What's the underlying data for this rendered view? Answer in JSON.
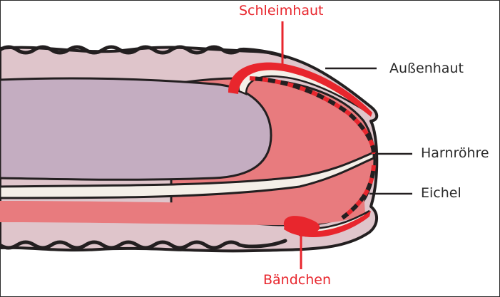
{
  "labels": {
    "schleimhaut": "Schleimhaut",
    "aussenhaut": "Außenhaut",
    "harnroehre": "Harnröhre",
    "eichel": "Eichel",
    "baendchen": "Bändchen"
  },
  "colors": {
    "skin": "#dfc5cb",
    "shaft_core": "#c4adc1",
    "glans": "#e87b7e",
    "urethra": "#f4efe8",
    "mucosa": "#e8262d",
    "outline": "#231f20",
    "label_dark": "#2a2a2a",
    "label_red": "#e8262d"
  }
}
